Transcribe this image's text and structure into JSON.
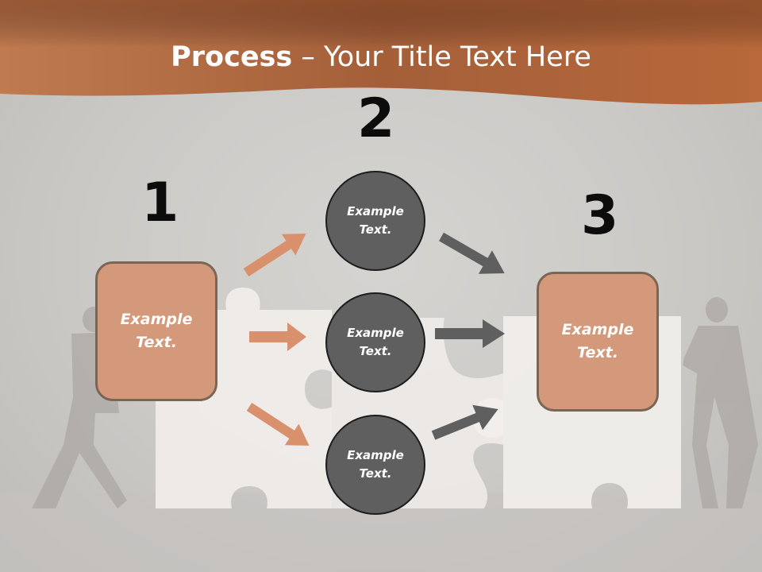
{
  "title": {
    "bold": "Process",
    "rest": " – Your Title Text Here"
  },
  "steps": {
    "n1": "1",
    "n2": "2",
    "n3": "3"
  },
  "box_left": {
    "line1": "Example",
    "line2": "Text."
  },
  "box_right": {
    "line1": "Example",
    "line2": "Text."
  },
  "circles": [
    {
      "line1": "Example",
      "line2": "Text."
    },
    {
      "line1": "Example",
      "line2": "Text."
    },
    {
      "line1": "Example",
      "line2": "Text."
    }
  ],
  "colors": {
    "header": "#b9683c",
    "box_fill": "#d4997b",
    "circle_fill": "#5f5f5f",
    "arrow_orange": "#d9906c",
    "arrow_gray": "#5f5f5f"
  }
}
